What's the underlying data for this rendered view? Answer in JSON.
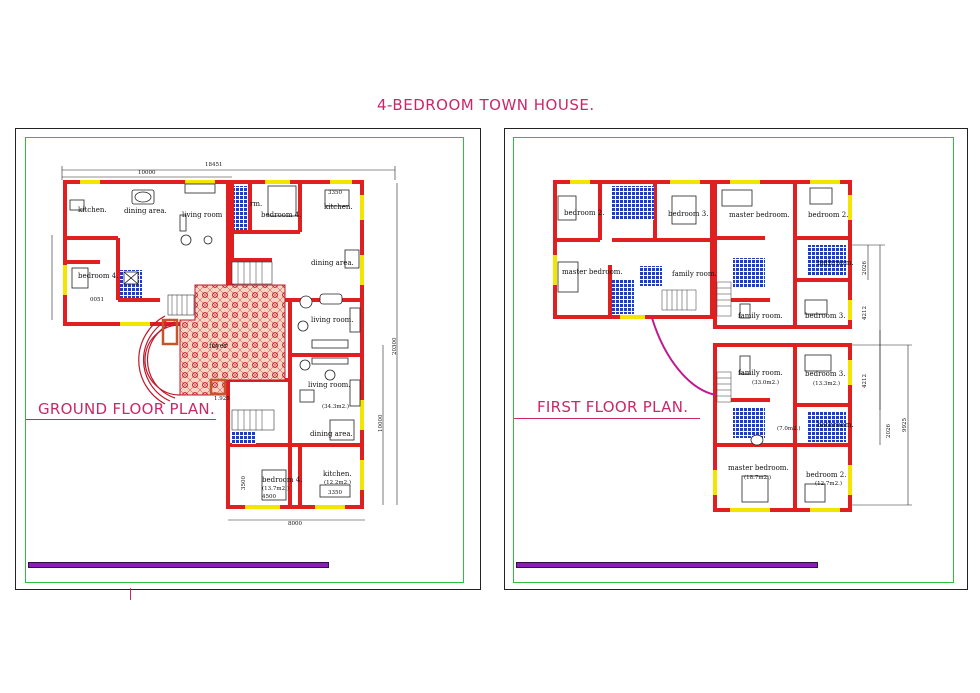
{
  "sheet_title": "4-BEDROOM TOWN HOUSE.",
  "colors": {
    "wall": "#e02020",
    "window": "#f2e600",
    "border_green": "#2fbf3f",
    "accent_pink": "#c8286a",
    "bar_purple": "#8b1fb5",
    "tile_blue": "#1e3cc8",
    "stair_pink": "#c01890"
  },
  "ground": {
    "label": "GROUND FLOOR PLAN.",
    "rooms": {
      "kitchen_a": "kitchen.",
      "dining_a": "dining area.",
      "living_a": "living room",
      "rm": "rm.",
      "bedroom4_a": "bedroom 4.",
      "kitchen_b": "kitchen.",
      "bedroom4_b": "bedroom 4.",
      "dining_b": "dining area.",
      "living_b": "living room.",
      "foyer": "foyer",
      "living_c": "living room.",
      "area_c": "(34.3m2.)",
      "dining_c": "dining area.",
      "bedroom4_c": "bedroom 4.",
      "area_bed_c": "(13.7m2.)",
      "kitchen_c": "kitchen.",
      "area_kit_c": "(12.2m2.)"
    },
    "dims": {
      "overall_top": "18451",
      "top_inner": "10000",
      "left_0051": "0051",
      "right_total": "20300",
      "right_lower": "10000",
      "bottom_8000": "8000",
      "d_4500": "4500",
      "d_3350_a": "3350",
      "d_3350_b": "3350",
      "d_3500": "3500",
      "d_1925": "1.925"
    }
  },
  "first": {
    "label": "FIRST FLOOR PLAN.",
    "rooms": {
      "bedroom2_a": "bedroom 2.",
      "bedroom3_a": "bedroom 3.",
      "master_a": "master bedroom.",
      "family_a": "family room.",
      "master_b": "master bedroom.",
      "bedroom2_b": "bedroom 2.",
      "bathroom_a": "bathroom.",
      "family_b": "family room.",
      "bedroom3_b": "bedroom 3.",
      "family_c": "family room.",
      "area_fam_c": "(33.0m2.)",
      "bedroom3_c": "bedroom 3.",
      "area_bed3_c": "(13.3m2.)",
      "area_bath_c": "(7.0m2.)",
      "bathroom_c": "bathroom.",
      "master_c": "master bedroom.",
      "area_master_c": "(18.7m2.)",
      "bedroom2_c": "bedroom 2.",
      "area_bed2_c": "(12.7m2.)"
    },
    "dims": {
      "d_2026_a": "2026",
      "d_4212_a": "4212",
      "d_4212_b": "4212",
      "d_2026_b": "2026",
      "d_9925": "9925"
    }
  }
}
